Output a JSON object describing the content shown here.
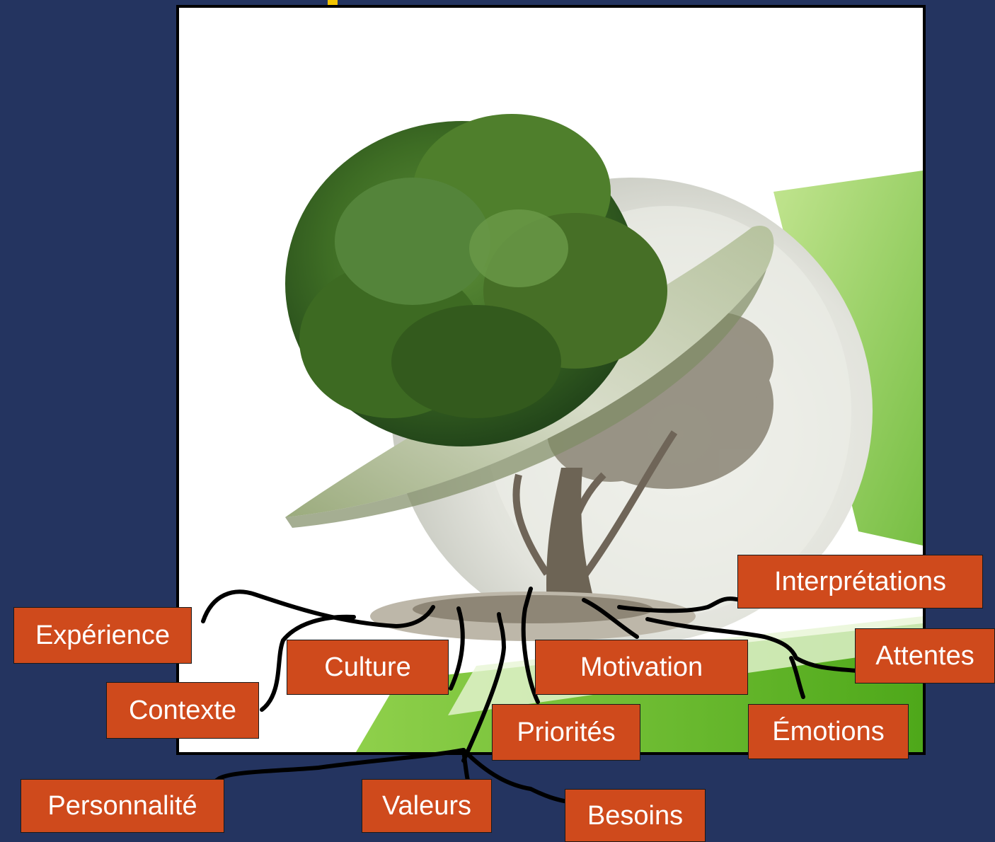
{
  "labels": {
    "experience": "Expérience",
    "contexte": "Contexte",
    "culture": "Culture",
    "motivation": "Motivation",
    "interpretations": "Interprétations",
    "attentes": "Attentes",
    "emotions": "Émotions",
    "priorites": "Priorités",
    "personnalite": "Personnalité",
    "valeurs": "Valeurs",
    "besoins": "Besoins"
  },
  "colors": {
    "background": "#243460",
    "label_fill": "#cf4a1c",
    "label_text": "#ffffff",
    "accent": "#f2c400"
  },
  "image": {
    "subject": "tree-in-sphere-with-roots-illustration"
  }
}
